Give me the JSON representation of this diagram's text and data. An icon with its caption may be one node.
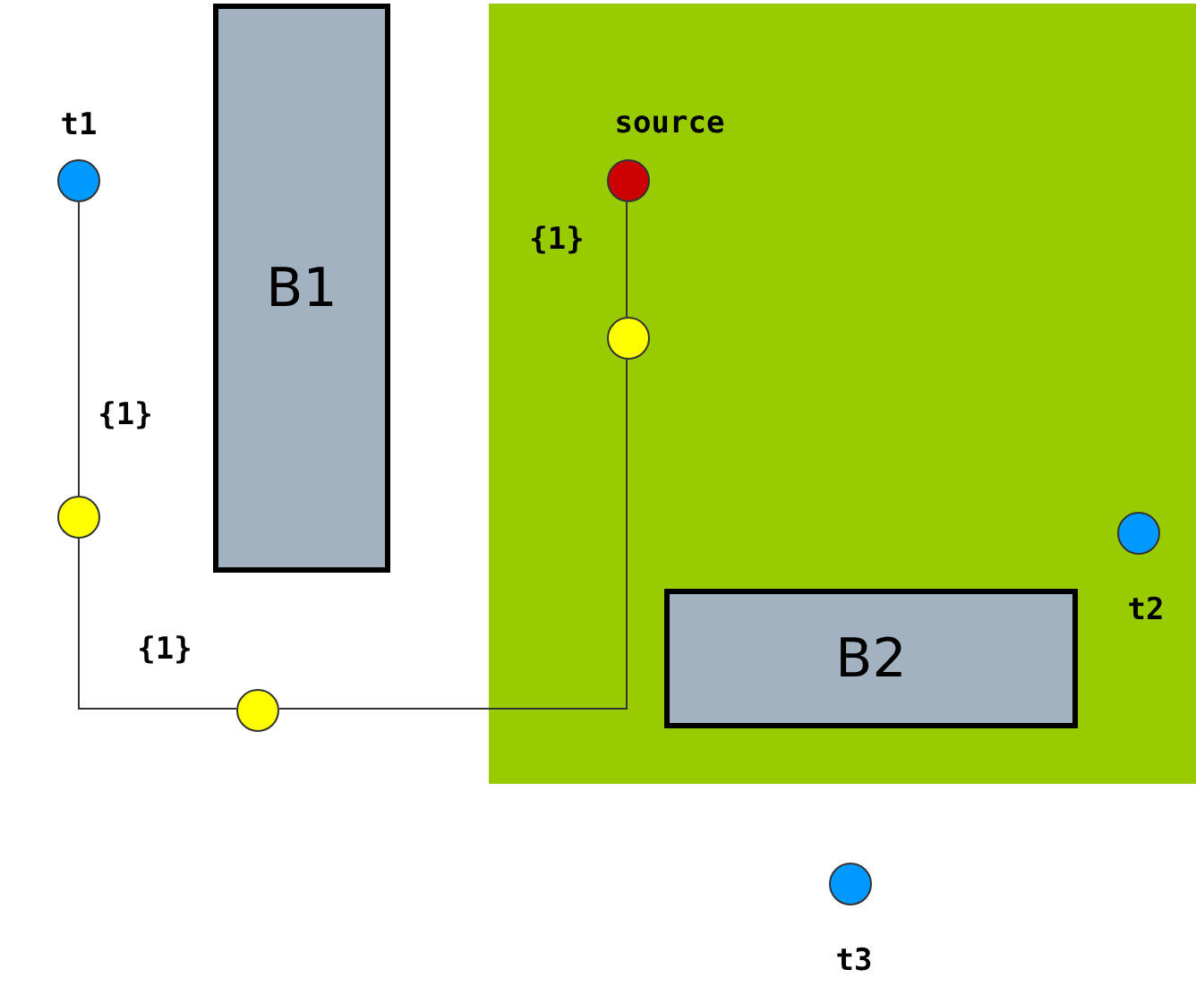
{
  "diagram": {
    "nodes": [
      {
        "text": [],
        "shape": "box"
      },
      {
        "text": [
          "B1"
        ]
      },
      {
        "text": [
          "B2"
        ],
        "in": 0
      },
      {
        "text": [],
        "shape": "circle",
        "beside": [
          "t1"
        ]
      },
      {
        "text": [],
        "shape": "circle",
        "beside": [
          "source"
        ],
        "in": 0
      },
      {
        "text": [],
        "shape": "circle",
        "in": 0
      },
      {
        "text": [],
        "shape": "circle"
      },
      {
        "text": [],
        "shape": "circle"
      },
      {
        "text": [],
        "shape": "circle",
        "beside": [
          "t2"
        ],
        "in": 0
      },
      {
        "text": [],
        "shape": "circle",
        "beside": [
          "t3"
        ]
      }
    ],
    "edges": [
      {
        "from": 3,
        "to": 6,
        "arrow": "none",
        "label": "{1}"
      },
      {
        "from": 6,
        "to": 7,
        "arrow": "none",
        "label": "{1}"
      },
      {
        "from": 7,
        "to": 5,
        "arrow": "none"
      },
      {
        "from": 5,
        "to": 4,
        "arrow": "none",
        "label": "{1}"
      }
    ]
  }
}
